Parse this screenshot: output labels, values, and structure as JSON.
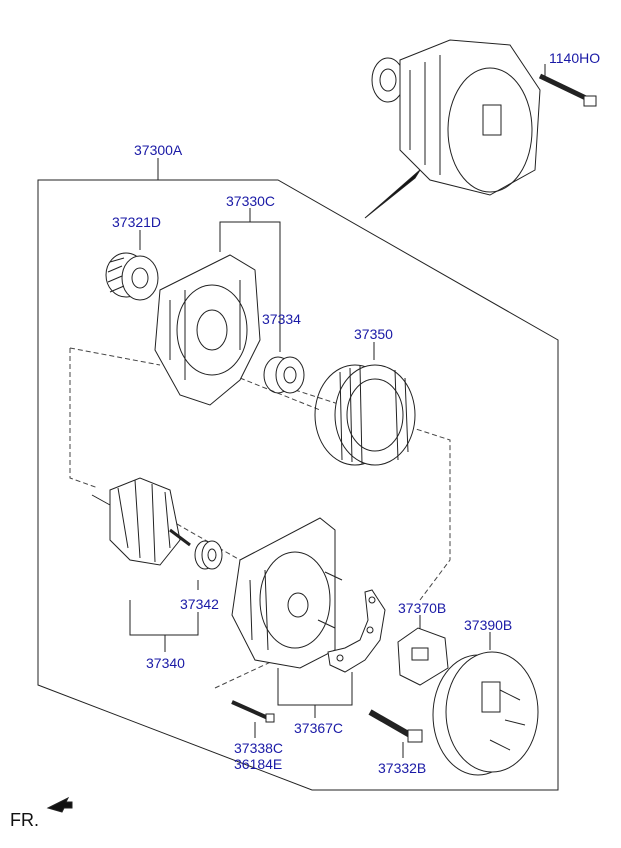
{
  "diagram": {
    "parts": [
      {
        "id": "p1140",
        "label": "1140HO"
      },
      {
        "id": "p37300",
        "label": "37300A"
      },
      {
        "id": "p37330",
        "label": "37330C"
      },
      {
        "id": "p37321",
        "label": "37321D"
      },
      {
        "id": "p37334",
        "label": "37334"
      },
      {
        "id": "p37350",
        "label": "37350"
      },
      {
        "id": "p37342",
        "label": "37342"
      },
      {
        "id": "p37340",
        "label": "37340"
      },
      {
        "id": "p37370",
        "label": "37370B"
      },
      {
        "id": "p37390",
        "label": "37390B"
      },
      {
        "id": "p37367",
        "label": "37367C"
      },
      {
        "id": "p37338",
        "label": "37338C"
      },
      {
        "id": "p36184",
        "label": "36184E"
      },
      {
        "id": "p37332",
        "label": "37332B"
      }
    ],
    "direction_label": "FR.",
    "label_color": "#1a1aa6"
  }
}
